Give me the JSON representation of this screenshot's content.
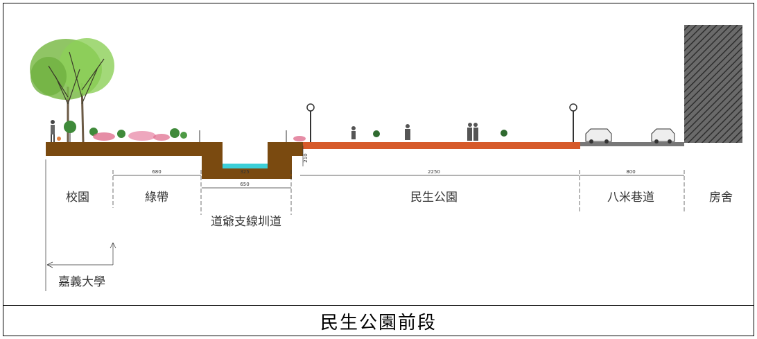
{
  "caption": "民生公園前段",
  "zones": {
    "campus": "校園",
    "green_belt": "綠帶",
    "canal": "道爺支線圳道",
    "park": "民生公園",
    "lane": "八米巷道",
    "house": "房舍",
    "university": "嘉義大學"
  },
  "dimensions": {
    "green_belt": "680",
    "canal_top": "325",
    "canal_bottom": "650",
    "step": "210",
    "park": "2250",
    "lane": "800"
  },
  "colors": {
    "soil": "#7a4a10",
    "park_path": "#d65a2a",
    "road": "#777777",
    "water": "#3ccfd8",
    "building_hatch": "#555555"
  }
}
